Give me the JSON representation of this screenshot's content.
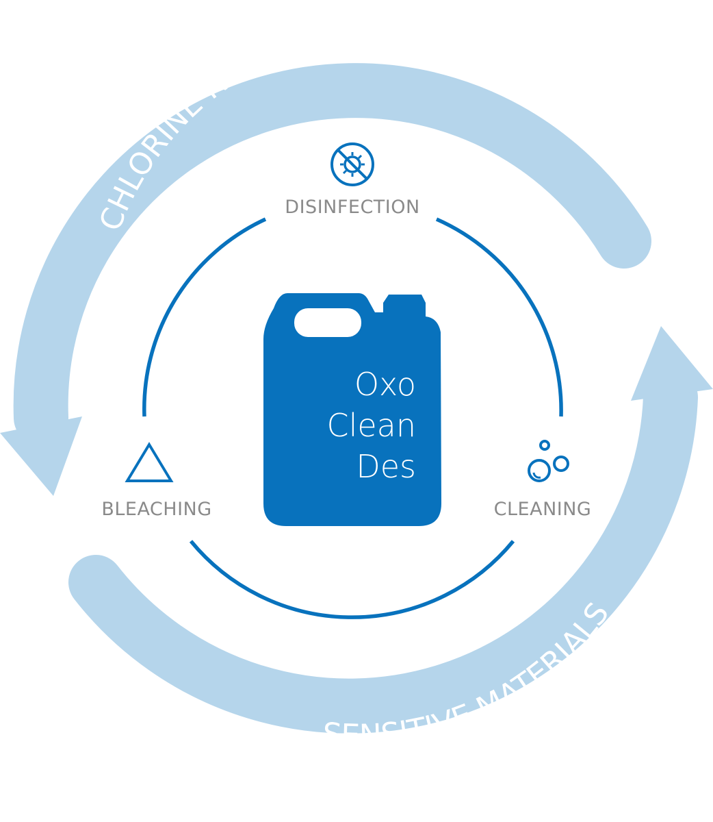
{
  "colors": {
    "outer_arrow": "#b5d5eb",
    "inner_ring": "#0872bd",
    "canister": "#0872bd",
    "label_gray": "#8a8a8a",
    "arrow_text": "#ffffff"
  },
  "outer_cycle": {
    "top_arrow_label": "CHLORINE REDUCTION",
    "bottom_arrow_label": "SENSITIVE MATERIALS"
  },
  "nodes": {
    "top": {
      "label": "DISINFECTION",
      "icon": "no-germs-icon"
    },
    "left": {
      "label": "BLEACHING",
      "icon": "triangle-icon"
    },
    "right": {
      "label": "CLEANING",
      "icon": "bubbles-icon"
    }
  },
  "product": {
    "icon": "canister-icon",
    "name_lines": [
      "Oxo",
      "Clean",
      "Des"
    ]
  }
}
